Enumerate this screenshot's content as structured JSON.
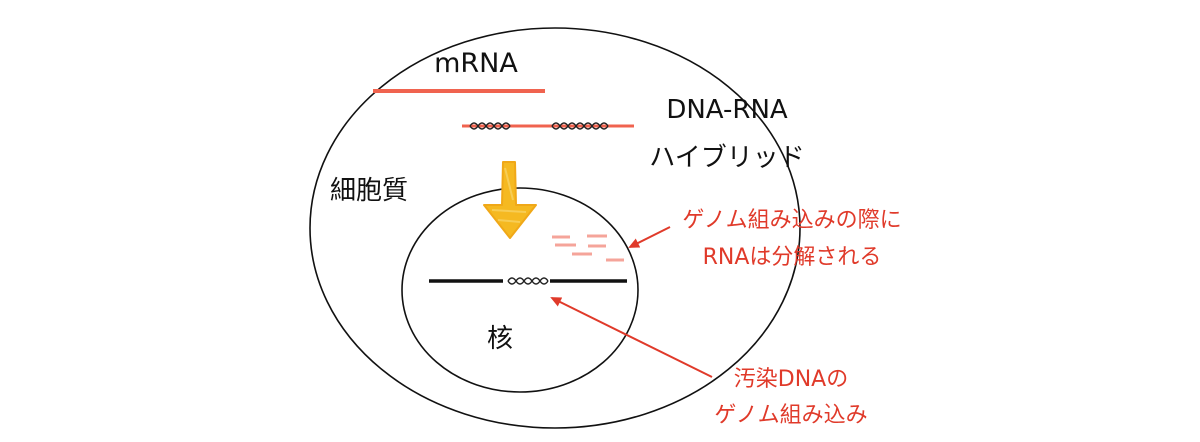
{
  "labels": {
    "mrna": "mRNA",
    "hybrid_line1": "DNA-RNA",
    "hybrid_line2": "ハイブリッド",
    "cytoplasm": "細胞質",
    "nucleus": "核"
  },
  "annotations": {
    "degradation_line1": "ゲノム組み込みの際に",
    "degradation_line2": "RNAは分解される",
    "integration_line1": "汚染DNAの",
    "integration_line2": "ゲノム組み込み"
  },
  "colors": {
    "rna_strand": "#f0634f",
    "rna_fragment": "#f5a49a",
    "annotation": "#e03a2a",
    "dna": "#111111",
    "arrow": "#f5b921",
    "outline": "#111111"
  }
}
